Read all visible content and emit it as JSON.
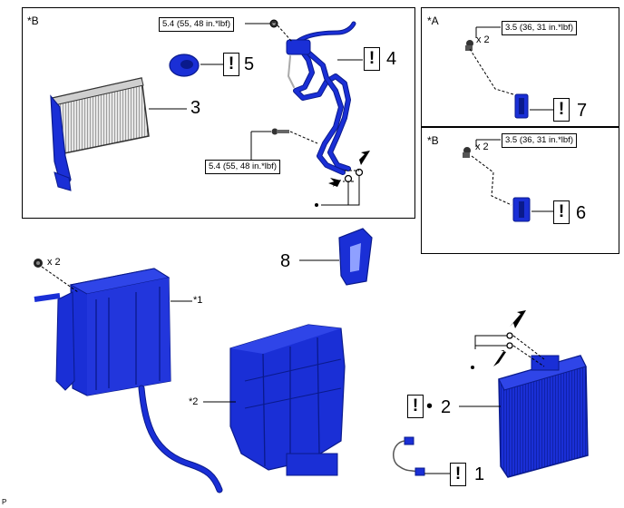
{
  "panels": {
    "main_b": {
      "tag": "*B"
    },
    "top_right_a": {
      "tag": "*A"
    },
    "mid_right_b": {
      "tag": "*B"
    }
  },
  "torques": {
    "t1": "5.4 (55, 48 in.*lbf)",
    "t2": "5.4 (55, 48 in.*lbf)",
    "t3": "3.5 (36, 31 in.*lbf)",
    "t4": "3.5 (36, 31 in.*lbf)"
  },
  "part_numbers": {
    "p1": "1",
    "p2": "2",
    "p3": "3",
    "p4": "4",
    "p5": "5",
    "p6": "6",
    "p7": "7",
    "p8": "8"
  },
  "warning_mark": "!",
  "bullet": "•",
  "quantity": "x 2",
  "asterisks": {
    "a1": "*1",
    "a2": "*2"
  },
  "corner_label": "P",
  "colors": {
    "part_blue": "#1a2fd6",
    "part_dark": "#0a1a8c",
    "line": "#000000"
  }
}
